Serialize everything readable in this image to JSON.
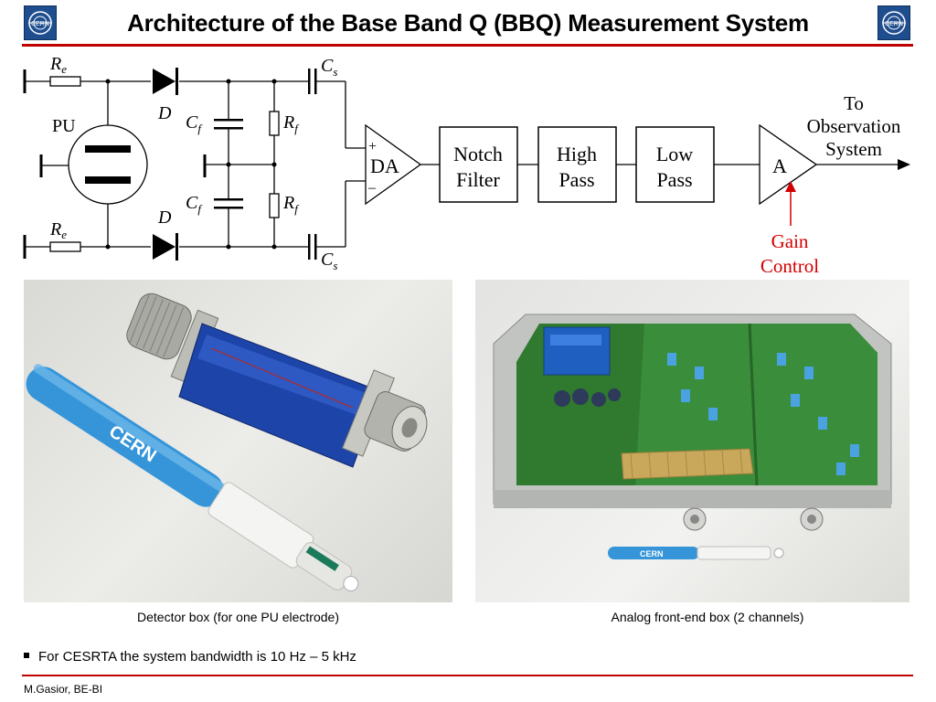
{
  "slide": {
    "title": "Architecture of the Base Band Q (BBQ) Measurement System",
    "logo_text": "CERN",
    "footer": "M.Gasior, BE-BI",
    "bullet": "For CESRTA the system bandwidth is 10 Hz – 5 kHz"
  },
  "diagram": {
    "labels": {
      "re": "R",
      "re_sub": "e",
      "cs": "C",
      "cs_sub": "s",
      "cf": "C",
      "cf_sub": "f",
      "rf": "R",
      "rf_sub": "f",
      "d": "D",
      "pu": "PU",
      "plus": "+",
      "minus": "–",
      "da": "DA",
      "a": "A"
    },
    "blocks": [
      {
        "line1": "Notch",
        "line2": "Filter"
      },
      {
        "line1": "High",
        "line2": "Pass"
      },
      {
        "line1": "Low",
        "line2": "Pass"
      }
    ],
    "output": [
      "To",
      "Observation",
      "System"
    ],
    "gain_control": [
      "Gain",
      "Control"
    ],
    "gain_color": "#d40000"
  },
  "photos": {
    "left_caption": "Detector box (for one PU electrode)",
    "right_caption": "Analog front-end box (2 channels)",
    "pen_text": "CERN"
  }
}
